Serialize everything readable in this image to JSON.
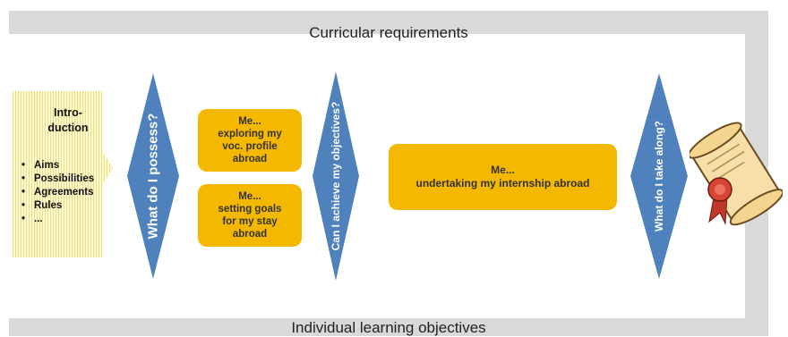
{
  "frame": {
    "top_label": "Curricular requirements",
    "bottom_label": "Individual learning objectives"
  },
  "introduction": {
    "title": "Intro-\nduction",
    "items": [
      "Aims",
      "Possibilities",
      "Agreements",
      "Rules",
      "..."
    ]
  },
  "questions": {
    "q1": "What do I possess?",
    "q2": "Can I achieve my objectives?",
    "q3": "What do I take along?"
  },
  "steps": {
    "step1": "Me...\nexploring my\nvoc. profile\nabroad",
    "step2": "Me...\nsetting goals\nfor my stay\nabroad",
    "step3": "Me...\nundertaking my internship abroad"
  },
  "colors": {
    "diamond": "#4f81bd",
    "box": "#f5b800",
    "intro": "#fdf6c6",
    "frame": "#d9d9d9"
  },
  "icons": {
    "certificate": "scroll-certificate-icon"
  }
}
